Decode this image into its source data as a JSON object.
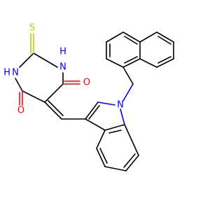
{
  "molecule": {
    "atoms": [
      {
        "id": "s1",
        "symbol": "S",
        "color": "#c8c800"
      },
      {
        "id": "n1",
        "symbol": "N",
        "color": "#0000ff",
        "h": "H"
      },
      {
        "id": "n2",
        "symbol": "N",
        "color": "#0000ff",
        "h": "H"
      },
      {
        "id": "o1",
        "symbol": "O",
        "color": "#ff0000"
      },
      {
        "id": "o2",
        "symbol": "O",
        "color": "#ff0000"
      },
      {
        "id": "n3",
        "symbol": "N",
        "color": "#0000ff"
      }
    ]
  }
}
